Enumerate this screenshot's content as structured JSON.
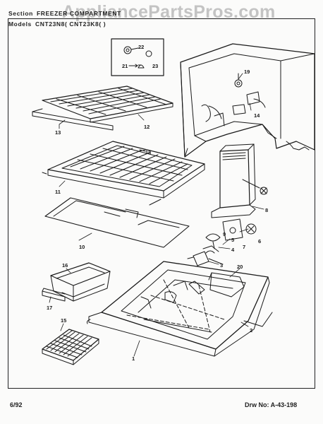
{
  "header": {
    "section_label": "Section",
    "section_value": "FREEZER COMPARTMENT",
    "models_label": "Models",
    "models_value": "CNT23N8(   CNT23K8(   )"
  },
  "watermark": "AppliancePartsPros.com",
  "footer": {
    "date": "6/92",
    "drawing_number": "Drw No:  A-43-198"
  },
  "callouts": {
    "p1": "1",
    "p2": "2",
    "p3": "3",
    "p4": "4",
    "p5": "5",
    "p6": "6",
    "p7": "7",
    "p8": "8",
    "p9": "9",
    "p10": "10",
    "p11": "11",
    "p12": "12",
    "p13": "13",
    "p14": "14",
    "p15": "15",
    "p16": "16",
    "p17": "17",
    "p18": "18",
    "p19": "19",
    "p20": "20",
    "p21": "21",
    "p22": "22",
    "p23": "23"
  },
  "colors": {
    "ink": "#1a1a1a",
    "paper": "#fbfbfa",
    "watermark": "#969696"
  }
}
